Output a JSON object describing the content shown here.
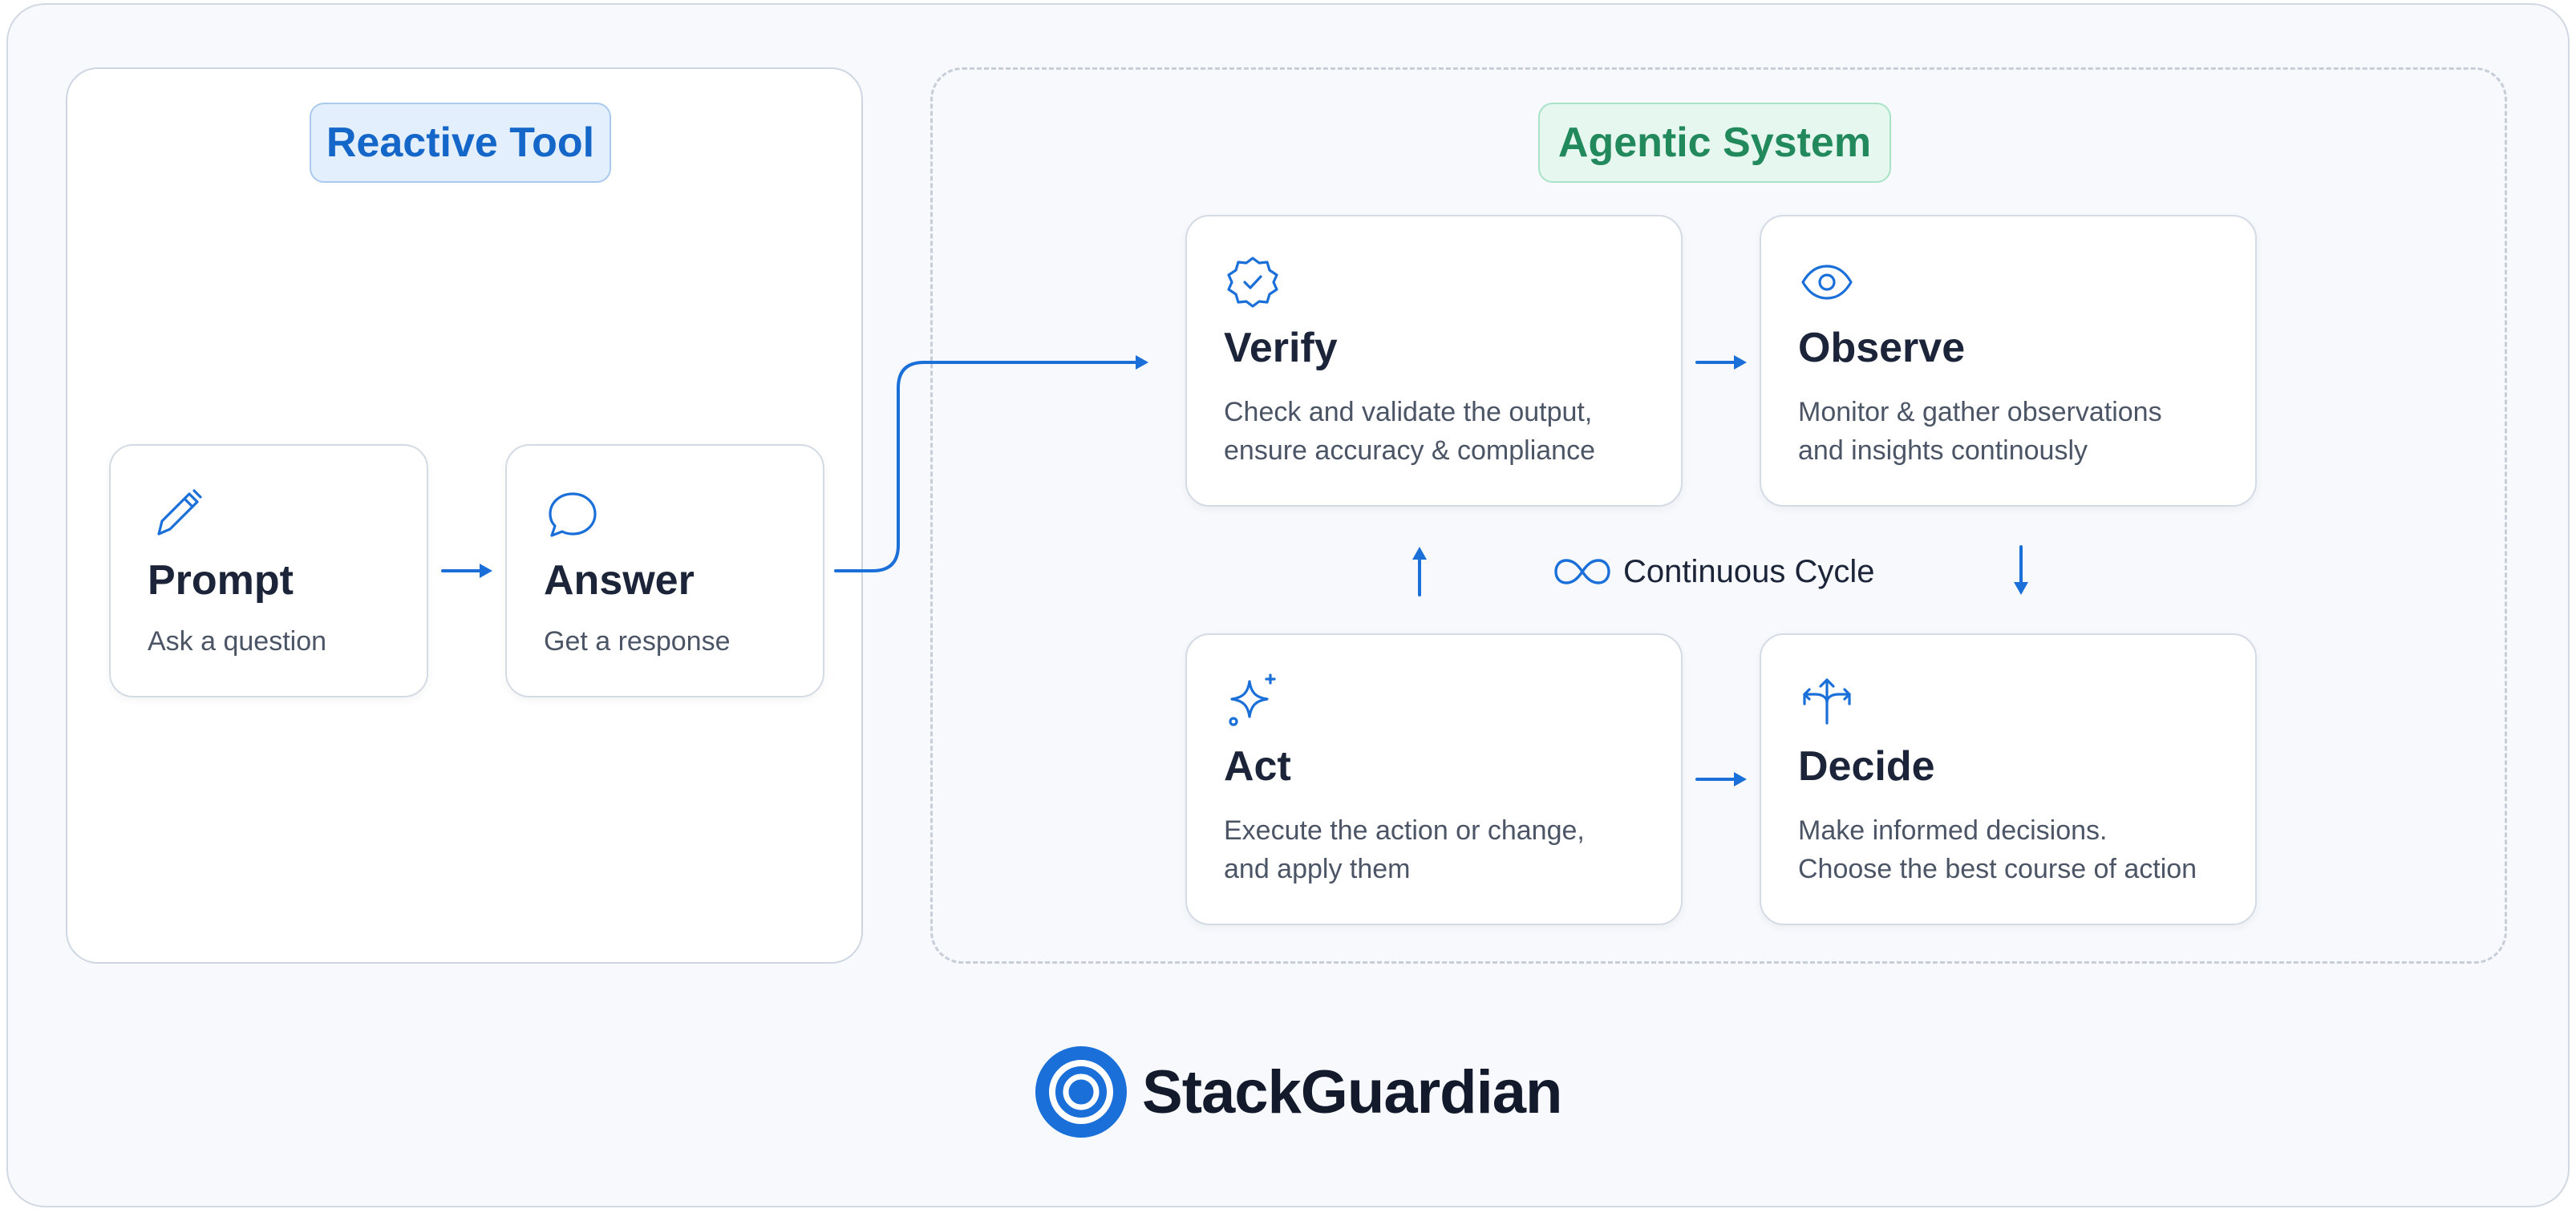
{
  "reactive": {
    "badge": "Reactive Tool",
    "cards": [
      {
        "title": "Prompt",
        "desc": [
          "Ask a question"
        ],
        "icon": "pencil-icon"
      },
      {
        "title": "Answer",
        "desc": [
          "Get a response"
        ],
        "icon": "chat-bubble-icon"
      }
    ]
  },
  "agentic": {
    "badge": "Agentic System",
    "cycle_label": "Continuous Cycle",
    "cards": [
      {
        "title": "Verify",
        "desc": [
          "Check and validate the output,",
          "ensure accuracy & compliance"
        ],
        "icon": "verified-badge-icon"
      },
      {
        "title": "Observe",
        "desc": [
          "Monitor & gather observations",
          "and insights continously"
        ],
        "icon": "eye-icon"
      },
      {
        "title": "Act",
        "desc": [
          "Execute the action or change,",
          "and apply them"
        ],
        "icon": "sparkle-icon"
      },
      {
        "title": "Decide",
        "desc": [
          "Make informed decisions.",
          "Choose the best course of action"
        ],
        "icon": "split-arrows-icon"
      }
    ]
  },
  "brand": {
    "name": "StackGuardian"
  },
  "colors": {
    "accent": "#1a6fd8",
    "reactive_badge_text": "#1467c8",
    "reactive_badge_bg": "#e3effc",
    "agentic_badge_text": "#22895c",
    "agentic_badge_bg": "#e5f7ef",
    "page_bg": "#f7f9fc",
    "title_text": "#1b2438",
    "desc_text": "#4b5566"
  }
}
